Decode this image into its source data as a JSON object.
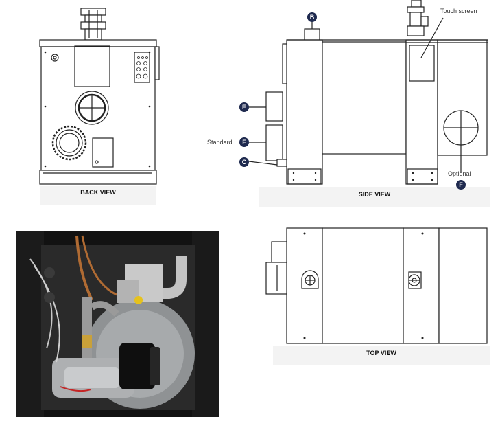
{
  "captions": {
    "back_view": "BACK VIEW",
    "side_view": "SIDE VIEW",
    "top_view": "TOP VIEW"
  },
  "callouts": {
    "touch_screen": "Touch screen",
    "standard": "Standard",
    "optional": "Optional"
  },
  "markers": {
    "b": "B",
    "e": "E",
    "f_standard": "F",
    "c": "C",
    "f_optional": "F"
  },
  "colors": {
    "marker_fill": "#1f2a4f",
    "line": "#222222",
    "caption_band": "#f3f3f3"
  }
}
